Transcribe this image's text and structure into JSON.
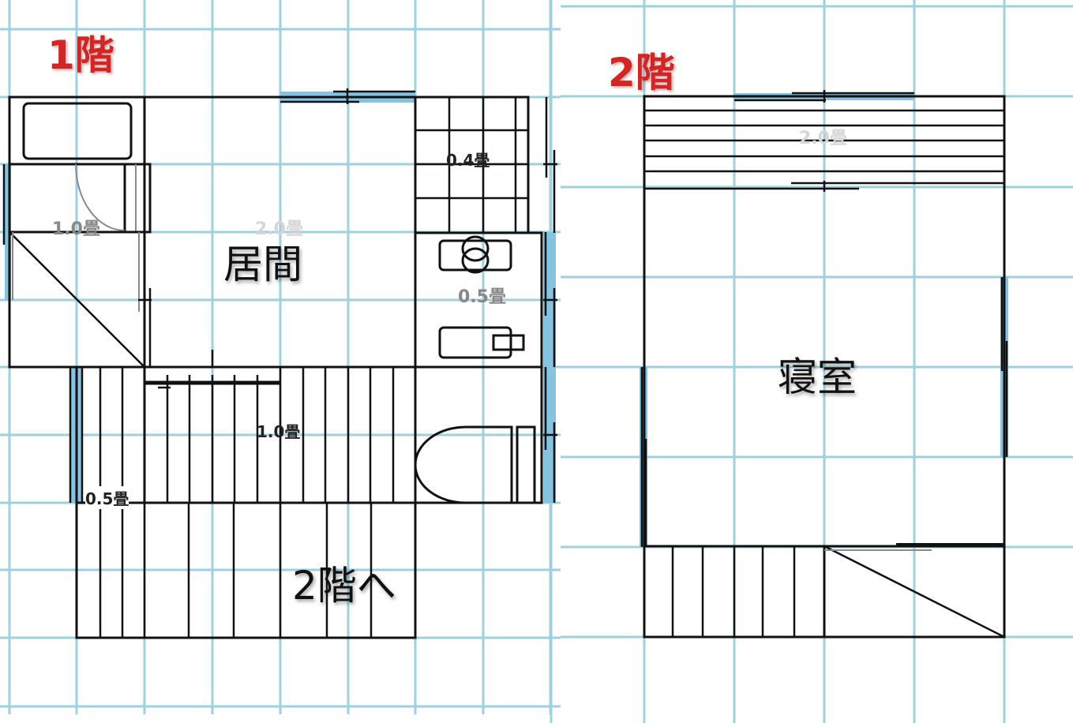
{
  "floor1": {
    "title": "1階",
    "rooms": {
      "living": {
        "name": "居間",
        "area": "2.0畳"
      },
      "bath": {
        "area": "1.0畳"
      },
      "closet": {
        "area": "0.4畳"
      },
      "washroom": {
        "area": "0.5畳"
      },
      "hall": {
        "area": "1.0畳"
      },
      "storage": {
        "area": "0.5畳"
      },
      "stairs": {
        "label": "2階へ"
      }
    }
  },
  "floor2": {
    "title": "2階",
    "rooms": {
      "loft": {
        "area": "2.0畳"
      },
      "bedroom": {
        "name": "寝室"
      }
    }
  },
  "colors": {
    "grid": "#9fd0e0",
    "window": "#86c3e0",
    "floor_title": "#d42525",
    "wall": "#111111"
  }
}
